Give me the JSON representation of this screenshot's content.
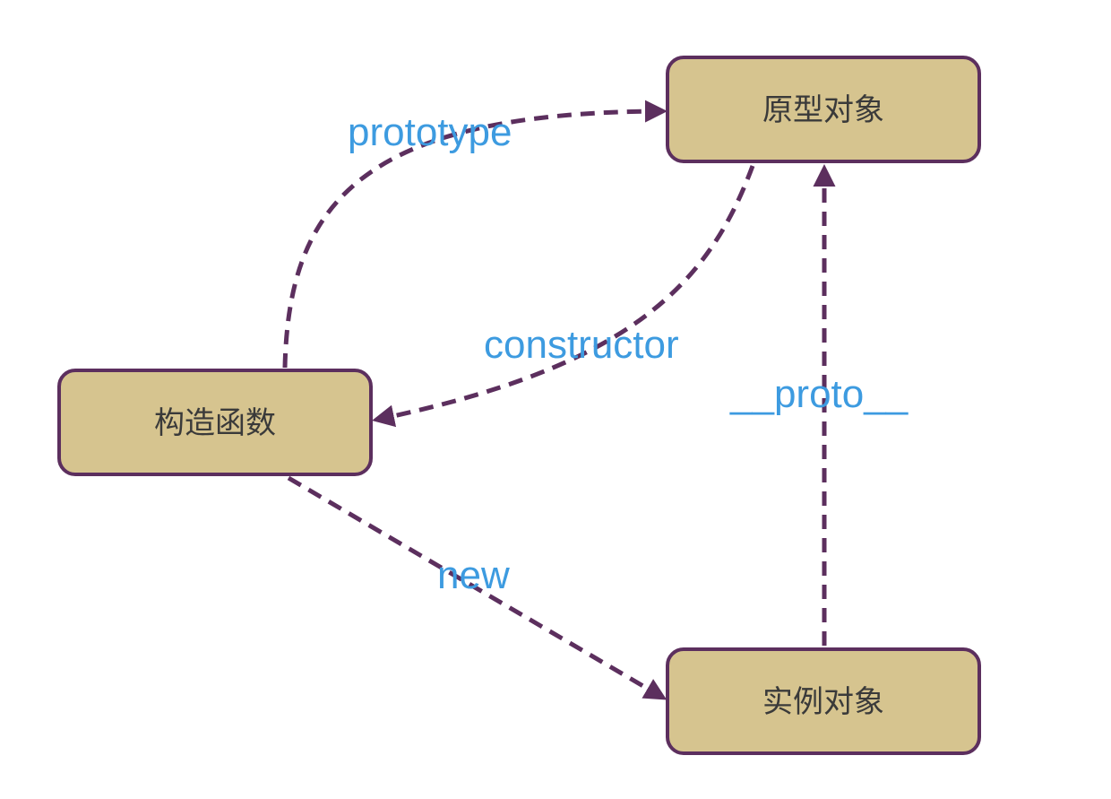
{
  "colors": {
    "node_fill": "#d6c48f",
    "node_stroke": "#5c2f5e",
    "edge_stroke": "#5c2f5e",
    "label_text": "#3d9be0",
    "node_text": "#3a3a3a"
  },
  "nodes": {
    "prototype_object": "原型对象",
    "constructor_function": "构造函数",
    "instance_object": "实例对象"
  },
  "edges": {
    "prototype": "prototype",
    "constructor": "constructor",
    "proto": "__proto__",
    "new": "new"
  }
}
